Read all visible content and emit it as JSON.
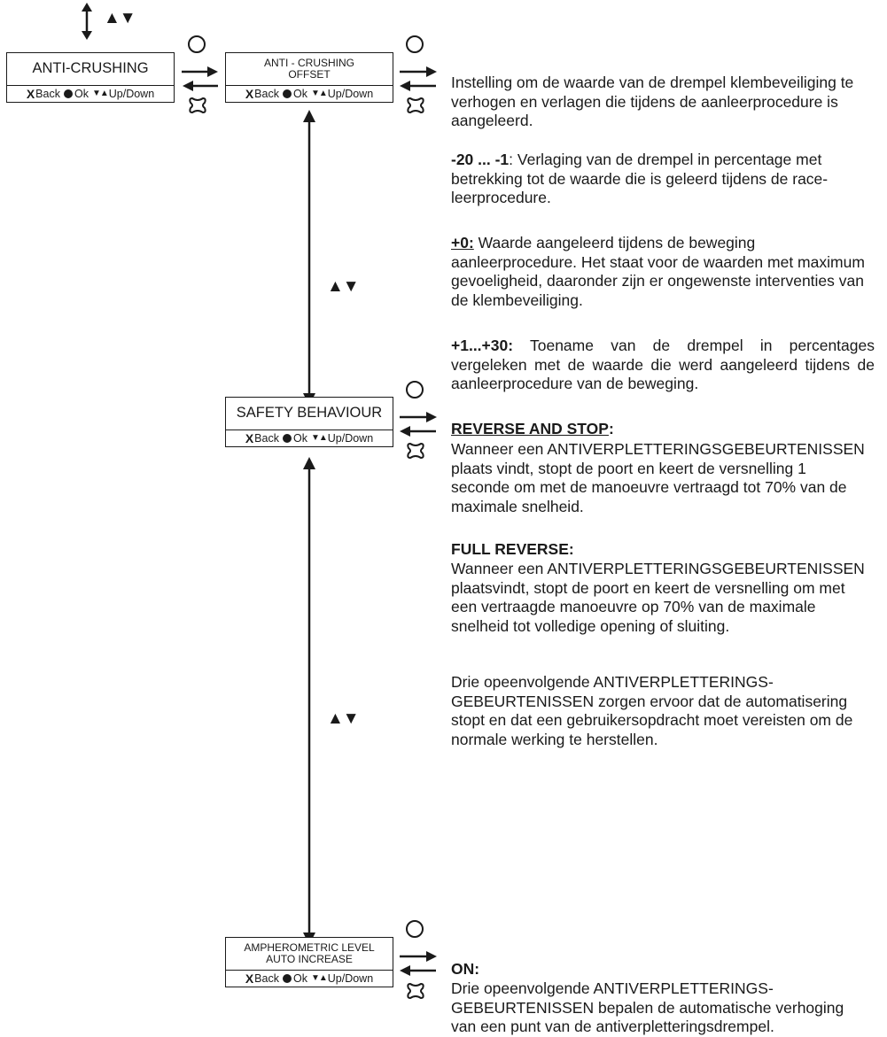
{
  "nav_symbol": "▲▼",
  "footer": {
    "back_key": "X",
    "back": "Back",
    "ok": "Ok",
    "updown_symbol": "▼▲",
    "updown": "Up/Down"
  },
  "menus": {
    "anti_crushing": "ANTI-CRUSHING",
    "offset_line1": "ANTI - CRUSHING",
    "offset_line2": "OFFSET",
    "safety": "SAFETY BEHAVIOUR",
    "amph_line1": "AMPHEROMETRIC LEVEL",
    "amph_line2": "AUTO INCREASE"
  },
  "offset": {
    "intro": "Instelling om de waarde van de drempel klembeveiliging te verhogen en verlagen die tijdens de aanleerprocedure is aangeleerd.",
    "neg_label": "-20 ... -1",
    "neg_text": ": Verlaging van de drempel in percentage met betrekking tot de waarde die is geleerd tijdens de race-leerprocedure.",
    "zero_label": "+0:",
    "zero_text": " Waarde aangeleerd tijdens de beweging aanleerprocedure. Het staat voor de waarden met maximum gevoeligheid, daaronder zijn er ongewenste interventies van de klembeveiliging.",
    "pos_label": "+1...+30:",
    "pos_text": " Toename van de drempel in percentages vergeleken met de waarde die werd aangeleerd tijdens de aanleerprocedure van de beweging."
  },
  "safety": {
    "rs_label": "REVERSE AND STOP",
    "rs_colon": ":",
    "rs_text": "Wanneer een ANTIVERPLETTERINGSGEBEURTENISSEN plaats vindt, stopt de poort en keert de versnelling 1 seconde om met de manoeuvre vertraagd tot 70% van de maximale snelheid.",
    "fr_label": "FULL REVERSE:",
    "fr_text": "Wanneer een ANTIVERPLETTERINGSGEBEURTENISSEN plaatsvindt, stopt de poort en keert de versnelling om met een vertraagde manoeuvre op 70% van de maximale snelheid tot volledige opening of sluiting.",
    "three_text": "Drie opeenvolgende ANTIVERPLETTERINGS-GEBEURTENISSEN zorgen ervoor dat de automatisering stopt en dat een gebruikersopdracht moet vereisten om de normale werking te herstellen."
  },
  "amph": {
    "on_label": "ON:",
    "on_text": "Drie opeenvolgende ANTIVERPLETTERINGS-GEBEURTENISSEN bepalen de automatische verhoging van een punt van de antiverpletteringsdrempel."
  }
}
